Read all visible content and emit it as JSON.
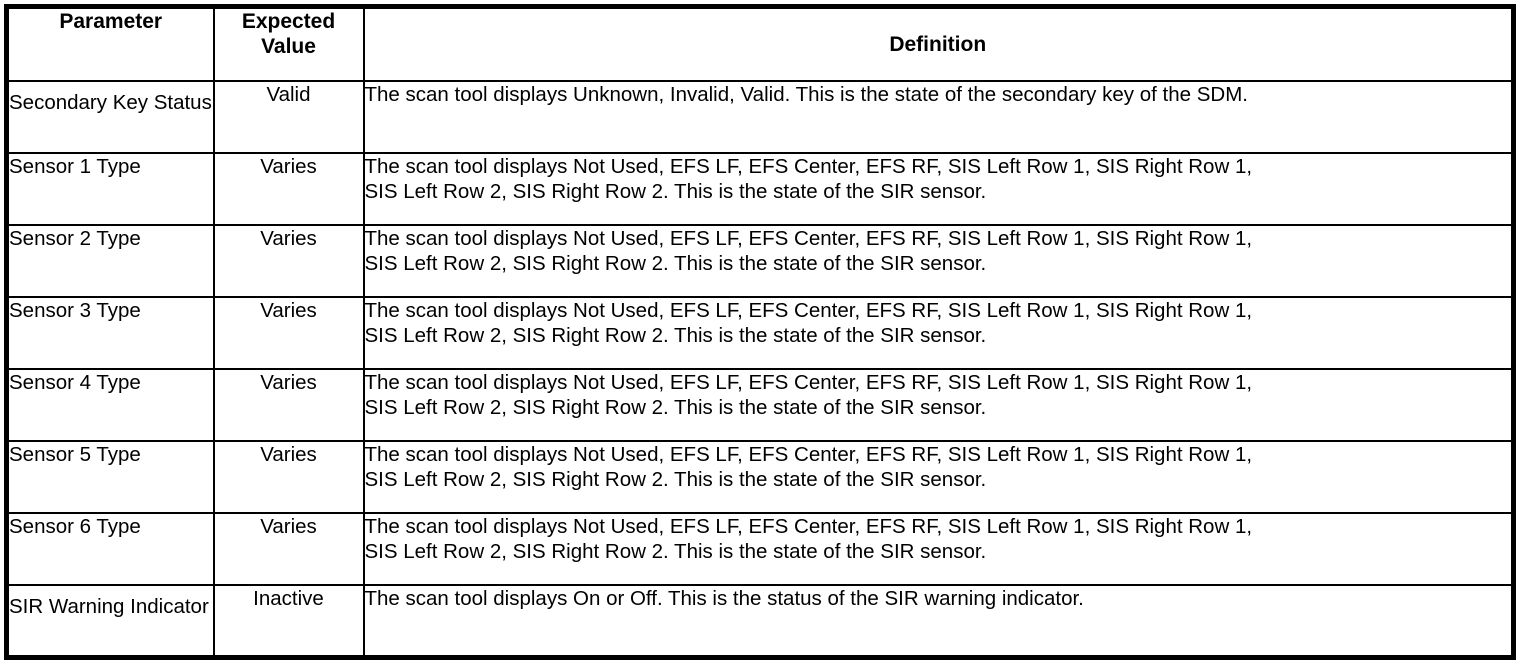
{
  "table": {
    "columns": [
      {
        "key": "parameter",
        "label": "Parameter",
        "align": "left"
      },
      {
        "key": "expected_value",
        "label_line1": "Expected",
        "label_line2": "Value",
        "align": "center"
      },
      {
        "key": "definition",
        "label": "Definition",
        "align": "left"
      }
    ],
    "rows": [
      {
        "parameter": "Secondary Key Status",
        "expected_value": "Valid",
        "definition": "The scan tool displays Unknown, Invalid, Valid. This is the state of the secondary key of the SDM."
      },
      {
        "parameter": "Sensor 1 Type",
        "expected_value": "Varies",
        "definition": "The scan tool displays Not Used, EFS LF, EFS Center, EFS RF, SIS Left Row 1, SIS Right Row 1,\nSIS Left Row 2, SIS Right Row 2. This is the state of the SIR sensor."
      },
      {
        "parameter": "Sensor 2 Type",
        "expected_value": "Varies",
        "definition": "The scan tool displays Not Used, EFS LF, EFS Center, EFS RF, SIS Left Row 1, SIS Right Row 1,\nSIS Left Row 2, SIS Right Row 2. This is the state of the SIR sensor."
      },
      {
        "parameter": "Sensor 3 Type",
        "expected_value": "Varies",
        "definition": "The scan tool displays Not Used, EFS LF, EFS Center, EFS RF, SIS Left Row 1, SIS Right Row 1,\nSIS Left Row 2, SIS Right Row 2. This is the state of the SIR sensor."
      },
      {
        "parameter": "Sensor 4 Type",
        "expected_value": "Varies",
        "definition": "The scan tool displays Not Used, EFS LF, EFS Center, EFS RF, SIS Left Row 1, SIS Right Row 1,\nSIS Left Row 2, SIS Right Row 2. This is the state of the SIR sensor."
      },
      {
        "parameter": "Sensor 5 Type",
        "expected_value": "Varies",
        "definition": "The scan tool displays Not Used, EFS LF, EFS Center, EFS RF, SIS Left Row 1, SIS Right Row 1,\nSIS Left Row 2, SIS Right Row 2. This is the state of the SIR sensor."
      },
      {
        "parameter": "Sensor 6 Type",
        "expected_value": "Varies",
        "definition": "The scan tool displays Not Used, EFS LF, EFS Center, EFS RF, SIS Left Row 1, SIS Right Row 1,\nSIS Left Row 2, SIS Right Row 2. This is the state of the SIR sensor."
      },
      {
        "parameter": "SIR Warning Indicator",
        "expected_value": "Inactive",
        "definition": "The scan tool displays On or Off. This is the status of the SIR warning indicator."
      }
    ]
  },
  "colors": {
    "border": "#000000",
    "text": "#000000",
    "background": "#ffffff"
  }
}
